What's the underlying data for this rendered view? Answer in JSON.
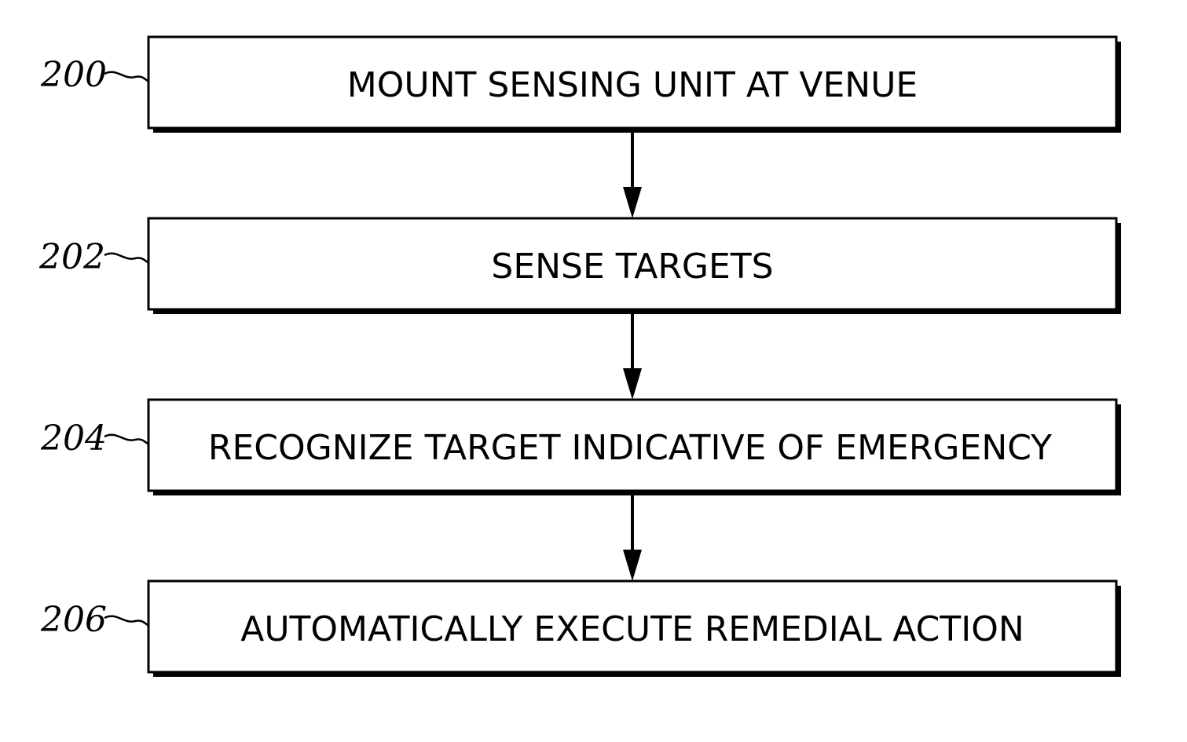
{
  "colors": {
    "stroke": "#000000",
    "box_fill": "#ffffff",
    "shadow": "#000000"
  },
  "steps": [
    {
      "ref": "200",
      "label": "MOUNT SENSING UNIT AT VENUE"
    },
    {
      "ref": "202",
      "label": "SENSE TARGETS"
    },
    {
      "ref": "204",
      "label": "RECOGNIZE TARGET INDICATIVE OF EMERGENCY"
    },
    {
      "ref": "206",
      "label": "AUTOMATICALLY EXECUTE REMEDIAL ACTION"
    }
  ]
}
